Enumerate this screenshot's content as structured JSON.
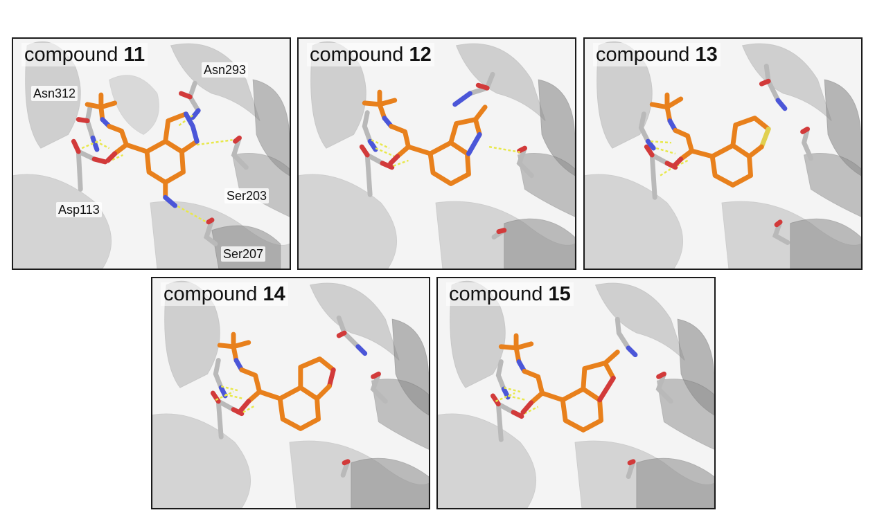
{
  "colors": {
    "ligand": "#e8801c",
    "nitrogen": "#4b56d8",
    "oxygen": "#d23a3a",
    "sulfur": "#e0d050",
    "residue": "#b9b9b9",
    "hbond": "#e8e84a",
    "helix": "#8c8c8c"
  },
  "panels": [
    {
      "prefix": "compound ",
      "number": "11",
      "labels": {
        "asn293": "Asn293",
        "asn312": "Asn312",
        "asp113": "Asp113",
        "ser203": "Ser203",
        "ser207": "Ser207"
      }
    },
    {
      "prefix": "compound ",
      "number": "12"
    },
    {
      "prefix": "compound ",
      "number": "13"
    },
    {
      "prefix": "compound ",
      "number": "14"
    },
    {
      "prefix": "compound ",
      "number": "15"
    }
  ]
}
